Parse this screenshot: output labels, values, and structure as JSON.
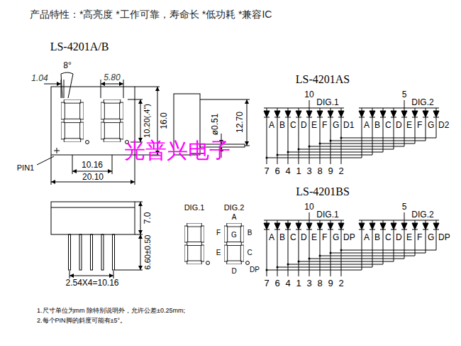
{
  "diagram": {
    "title": "产品特性：*高亮度 *工作可靠，寿命长 *低功耗 *兼容IC",
    "labels": [
      "LS-4201A/B",
      "8°",
      "1.04",
      "5.80",
      "PIN1",
      "10.16",
      "20.10",
      "10.20(.4\")",
      "16.0",
      "ø0.51",
      "12.70",
      "光普兴电子",
      "7.0",
      "6.60±0.50",
      "2.54X4=10.16",
      "DIG.1",
      "DIG.2",
      "A",
      "F",
      "B",
      "G",
      "E",
      "C",
      "D",
      "DP",
      "LS-4201AS",
      "10",
      "DIG.1",
      "5",
      "DIG.2",
      "A",
      "B",
      "C",
      "D",
      "E",
      "F",
      "G",
      "D1",
      "A",
      "B",
      "C",
      "D",
      "E",
      "F",
      "G",
      "D2",
      "7",
      "6",
      "4",
      "1",
      "3",
      "8",
      "9",
      "2",
      "LS-4201BS",
      "10",
      "DIG.1",
      "5",
      "DIG.2",
      "A",
      "B",
      "C",
      "D",
      "E",
      "F",
      "G",
      "DP",
      "A",
      "B",
      "C",
      "D",
      "E",
      "F",
      "G",
      "DP",
      "7",
      "6",
      "4",
      "1",
      "3",
      "8",
      "9",
      "2",
      "1.尺寸单位为mm  除特别说明外，允许公差±0.25mm;",
      "2.每个PIN脚的斜度可能有±5°。"
    ]
  }
}
